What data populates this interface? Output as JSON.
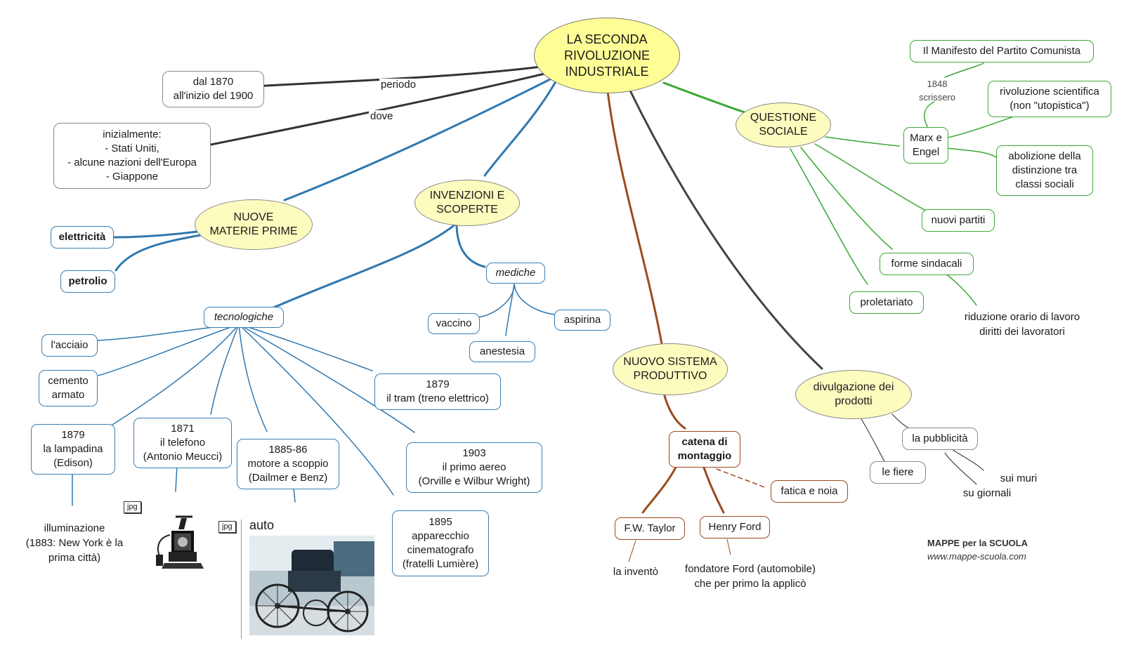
{
  "center": "LA SECONDA\nRIVOLUZIONE\nINDUSTRIALE",
  "links": {
    "periodo": "periodo",
    "dove": "dove"
  },
  "periodo_box": "dal 1870\nall'inizio del 1900",
  "dove_box": "inizialmente:\n- Stati Uniti,\n- alcune nazioni dell'Europa\n- Giappone",
  "materie": {
    "title": "NUOVE\nMATERIE PRIME",
    "items": [
      "elettricità",
      "petrolio"
    ]
  },
  "invenzioni": {
    "title": "INVENZIONI E\nSCOPERTE",
    "mediche": {
      "label": "mediche",
      "items": [
        "vaccino",
        "anestesia",
        "aspirina"
      ]
    },
    "tecnologiche": {
      "label": "tecnologiche",
      "items": [
        "l'acciaio",
        "cemento\narmato",
        "1879\nla lampadina\n(Edison)",
        "1871\nil telefono\n(Antonio Meucci)",
        "1885-86\nmotore a scoppio\n(Dailmer e Benz)",
        "1895\napparecchio\ncinematografo\n(fratelli Lumière)",
        "1903\nil primo aereo\n(Orville e Wilbur Wright)",
        "1879\nil tram (treno elettrico)"
      ],
      "illuminazione": "illuminazione\n(1883: New York è la\nprima città)",
      "auto": "auto",
      "jpg_tag": "jpg"
    }
  },
  "sistema": {
    "title": "NUOVO SISTEMA\nPRODUTTIVO",
    "catena": "catena di\nmontaggio",
    "fatica": "fatica e noia",
    "taylor": "F.W. Taylor",
    "taylor_note": "la inventò",
    "ford": "Henry Ford",
    "ford_note": "fondatore  Ford (automobile)\nche per primo la applicò"
  },
  "divulgazione": {
    "title": "divulgazione dei\nprodotti",
    "fiere": "le fiere",
    "pubblicita": "la pubblicità",
    "muri": "sui muri",
    "giornali": "su giornali"
  },
  "questione": {
    "title": "QUESTIONE\nSOCIALE",
    "marx": "Marx e\nEngel",
    "year_note": "1848\nscrissero",
    "manifesto": "Il Manifesto del Partito Comunista",
    "rivoluzione": "rivoluzione scientifica\n(non \"utopistica\")",
    "abolizione": "abolizione della\ndistinzione tra\nclassi sociali",
    "partiti": "nuovi partiti",
    "sindacali": "forme sindacali",
    "riduzione": "riduzione orario di lavoro\ndiritti dei lavoratori",
    "proletariato": "proletariato"
  },
  "footer": {
    "brand": "MAPPE per la SCUOLA",
    "url": "www.mappe-scuola.com"
  },
  "colors": {
    "blue": "#2f78b0",
    "green": "#3aa634",
    "brown": "#9b4a1e",
    "dark": "#333333"
  }
}
